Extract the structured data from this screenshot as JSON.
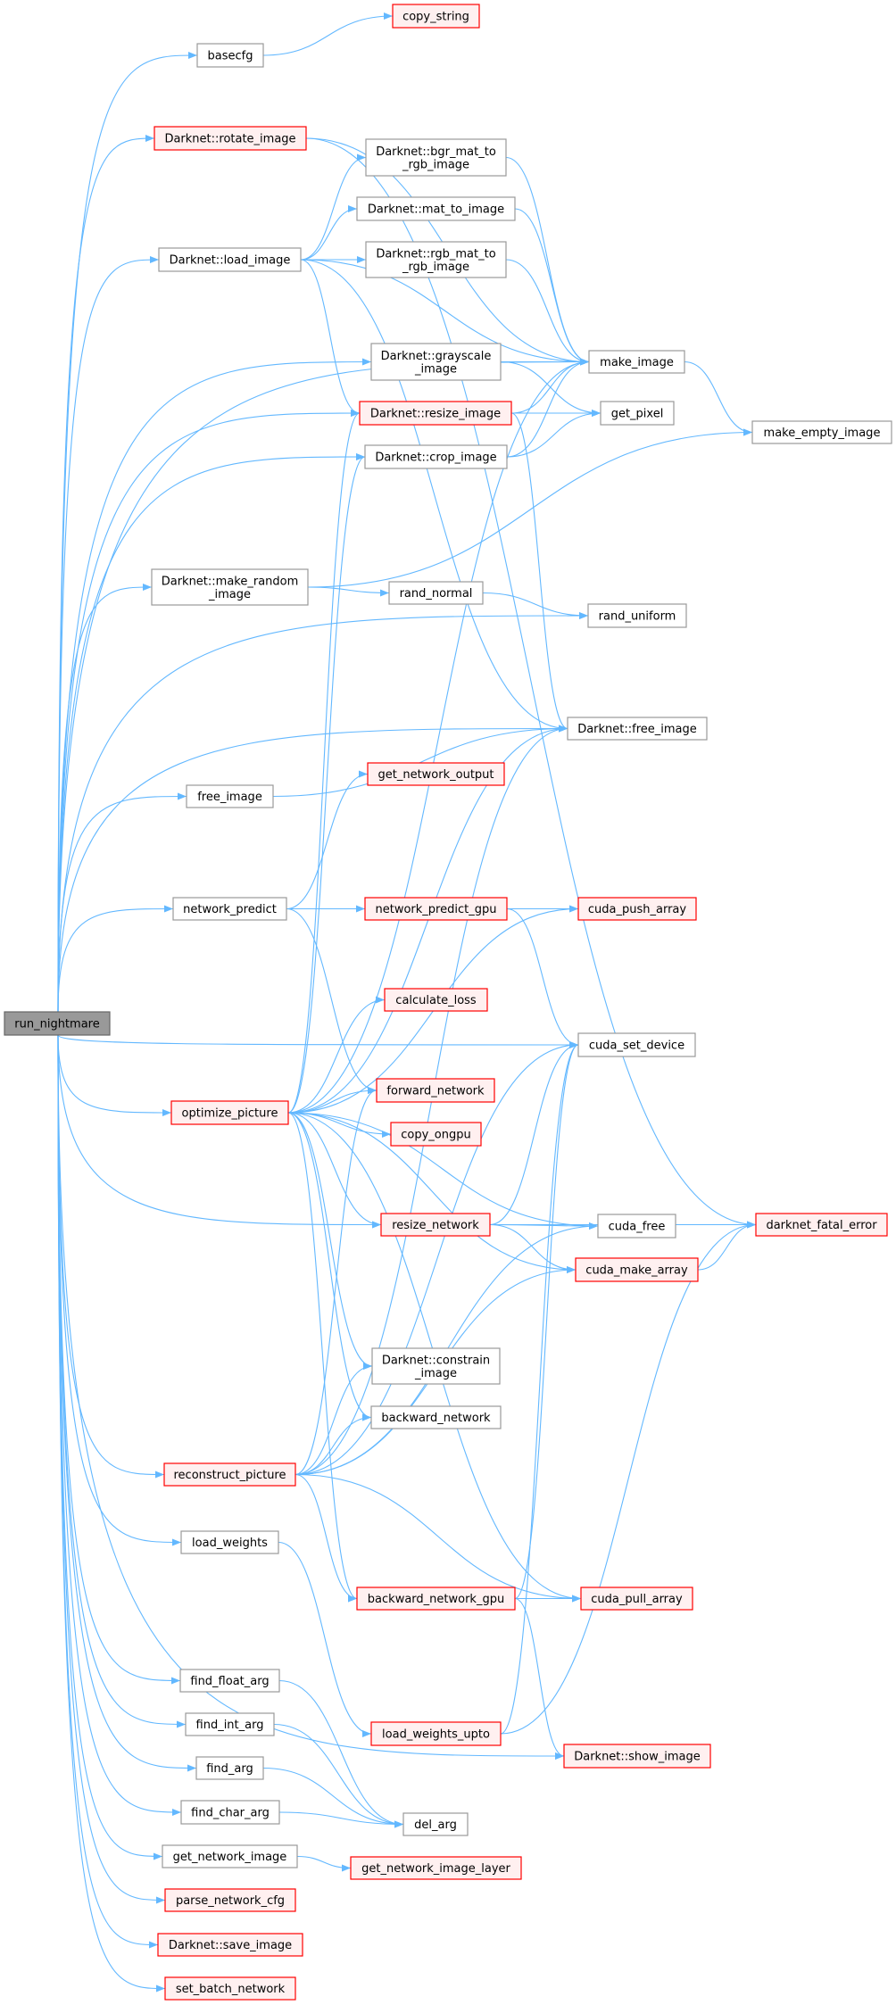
{
  "colors": {
    "edge": "#63b8ff",
    "node_border": "#999999",
    "node_fill": "#ffffff",
    "highlight_border": "#ff0000",
    "highlight_fill": "#fff0f0",
    "root_fill": "#999999",
    "root_border": "#666666"
  },
  "nodes": [
    {
      "label": [
        "run_nightmare"
      ],
      "style": "root"
    },
    {
      "label": [
        "basecfg"
      ],
      "style": "normal"
    },
    {
      "label": [
        "copy_string"
      ],
      "style": "red"
    },
    {
      "label": [
        "Darknet::rotate_image"
      ],
      "style": "red"
    },
    {
      "label": [
        "Darknet::load_image"
      ],
      "style": "normal"
    },
    {
      "label": [
        "Darknet::bgr_mat_to",
        "_rgb_image"
      ],
      "style": "normal"
    },
    {
      "label": [
        "Darknet::mat_to_image"
      ],
      "style": "normal"
    },
    {
      "label": [
        "Darknet::rgb_mat_to",
        "_rgb_image"
      ],
      "style": "normal"
    },
    {
      "label": [
        "Darknet::grayscale",
        "_image"
      ],
      "style": "normal"
    },
    {
      "label": [
        "Darknet::resize_image"
      ],
      "style": "red"
    },
    {
      "label": [
        "Darknet::crop_image"
      ],
      "style": "normal"
    },
    {
      "label": [
        "make_image"
      ],
      "style": "normal"
    },
    {
      "label": [
        "get_pixel"
      ],
      "style": "normal"
    },
    {
      "label": [
        "make_empty_image"
      ],
      "style": "normal"
    },
    {
      "label": [
        "Darknet::make_random",
        "_image"
      ],
      "style": "normal"
    },
    {
      "label": [
        "rand_normal"
      ],
      "style": "normal"
    },
    {
      "label": [
        "rand_uniform"
      ],
      "style": "normal"
    },
    {
      "label": [
        "Darknet::free_image"
      ],
      "style": "normal"
    },
    {
      "label": [
        "free_image"
      ],
      "style": "normal"
    },
    {
      "label": [
        "get_network_output"
      ],
      "style": "red"
    },
    {
      "label": [
        "network_predict"
      ],
      "style": "normal"
    },
    {
      "label": [
        "network_predict_gpu"
      ],
      "style": "red"
    },
    {
      "label": [
        "cuda_push_array"
      ],
      "style": "red"
    },
    {
      "label": [
        "calculate_loss"
      ],
      "style": "red"
    },
    {
      "label": [
        "cuda_set_device"
      ],
      "style": "normal"
    },
    {
      "label": [
        "optimize_picture"
      ],
      "style": "red"
    },
    {
      "label": [
        "forward_network"
      ],
      "style": "red"
    },
    {
      "label": [
        "copy_ongpu"
      ],
      "style": "red"
    },
    {
      "label": [
        "resize_network"
      ],
      "style": "red"
    },
    {
      "label": [
        "cuda_free"
      ],
      "style": "normal"
    },
    {
      "label": [
        "darknet_fatal_error"
      ],
      "style": "red"
    },
    {
      "label": [
        "cuda_make_array"
      ],
      "style": "red"
    },
    {
      "label": [
        "Darknet::constrain",
        "_image"
      ],
      "style": "normal"
    },
    {
      "label": [
        "backward_network"
      ],
      "style": "normal"
    },
    {
      "label": [
        "reconstruct_picture"
      ],
      "style": "red"
    },
    {
      "label": [
        "load_weights"
      ],
      "style": "normal"
    },
    {
      "label": [
        "backward_network_gpu"
      ],
      "style": "red"
    },
    {
      "label": [
        "cuda_pull_array"
      ],
      "style": "red"
    },
    {
      "label": [
        "find_float_arg"
      ],
      "style": "normal"
    },
    {
      "label": [
        "find_int_arg"
      ],
      "style": "normal"
    },
    {
      "label": [
        "load_weights_upto"
      ],
      "style": "red"
    },
    {
      "label": [
        "Darknet::show_image"
      ],
      "style": "red"
    },
    {
      "label": [
        "find_arg"
      ],
      "style": "normal"
    },
    {
      "label": [
        "find_char_arg"
      ],
      "style": "normal"
    },
    {
      "label": [
        "del_arg"
      ],
      "style": "normal"
    },
    {
      "label": [
        "get_network_image"
      ],
      "style": "normal"
    },
    {
      "label": [
        "get_network_image_layer"
      ],
      "style": "red"
    },
    {
      "label": [
        "parse_network_cfg"
      ],
      "style": "red"
    },
    {
      "label": [
        "Darknet::save_image"
      ],
      "style": "red"
    },
    {
      "label": [
        "set_batch_network"
      ],
      "style": "red"
    }
  ],
  "edges": [
    [
      0,
      1
    ],
    [
      0,
      3
    ],
    [
      0,
      4
    ],
    [
      0,
      11
    ],
    [
      0,
      8
    ],
    [
      0,
      9
    ],
    [
      0,
      10
    ],
    [
      0,
      14
    ],
    [
      0,
      16
    ],
    [
      0,
      17
    ],
    [
      0,
      18
    ],
    [
      0,
      20
    ],
    [
      0,
      24
    ],
    [
      0,
      25
    ],
    [
      0,
      28
    ],
    [
      0,
      34
    ],
    [
      0,
      35
    ],
    [
      0,
      41
    ],
    [
      0,
      38
    ],
    [
      0,
      39
    ],
    [
      0,
      42
    ],
    [
      0,
      43
    ],
    [
      0,
      45
    ],
    [
      0,
      47
    ],
    [
      0,
      48
    ],
    [
      0,
      49
    ],
    [
      1,
      2
    ],
    [
      3,
      11
    ],
    [
      3,
      30
    ],
    [
      4,
      5
    ],
    [
      4,
      6
    ],
    [
      4,
      7
    ],
    [
      4,
      11
    ],
    [
      4,
      9
    ],
    [
      4,
      17
    ],
    [
      5,
      11
    ],
    [
      6,
      11
    ],
    [
      7,
      11
    ],
    [
      8,
      11
    ],
    [
      8,
      12
    ],
    [
      9,
      11
    ],
    [
      9,
      12
    ],
    [
      9,
      17
    ],
    [
      10,
      11
    ],
    [
      10,
      12
    ],
    [
      11,
      13
    ],
    [
      14,
      13
    ],
    [
      14,
      15
    ],
    [
      15,
      16
    ],
    [
      18,
      17
    ],
    [
      20,
      19
    ],
    [
      20,
      21
    ],
    [
      20,
      26
    ],
    [
      21,
      22
    ],
    [
      21,
      24
    ],
    [
      25,
      9
    ],
    [
      25,
      10
    ],
    [
      25,
      11
    ],
    [
      25,
      17
    ],
    [
      25,
      23
    ],
    [
      25,
      22
    ],
    [
      25,
      26
    ],
    [
      25,
      27
    ],
    [
      25,
      28
    ],
    [
      25,
      29
    ],
    [
      25,
      31
    ],
    [
      25,
      32
    ],
    [
      25,
      33
    ],
    [
      25,
      36
    ],
    [
      25,
      37
    ],
    [
      28,
      24
    ],
    [
      28,
      29
    ],
    [
      28,
      31
    ],
    [
      28,
      30
    ],
    [
      31,
      30
    ],
    [
      34,
      26
    ],
    [
      34,
      32
    ],
    [
      34,
      33
    ],
    [
      34,
      29
    ],
    [
      34,
      17
    ],
    [
      34,
      24
    ],
    [
      34,
      31
    ],
    [
      34,
      36
    ],
    [
      34,
      37
    ],
    [
      36,
      37
    ],
    [
      36,
      24
    ],
    [
      36,
      41
    ],
    [
      35,
      40
    ],
    [
      40,
      24
    ],
    [
      40,
      30
    ],
    [
      38,
      44
    ],
    [
      39,
      44
    ],
    [
      42,
      44
    ],
    [
      43,
      44
    ],
    [
      45,
      46
    ]
  ]
}
